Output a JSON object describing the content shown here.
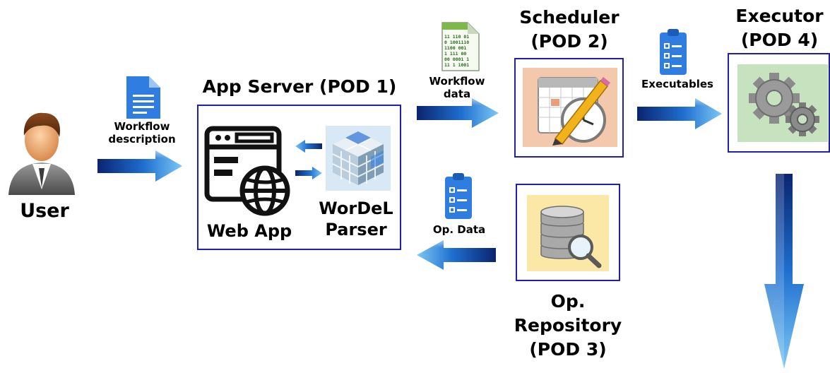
{
  "user": {
    "label": "User",
    "icon": "user-avatar-icon"
  },
  "workflow_description": {
    "label_line1": "Workflow",
    "label_line2": "description",
    "icon": "document-icon"
  },
  "app_server": {
    "title": "App Server (POD 1)",
    "web_app_label": "Web App",
    "parser_label_line1": "WorDeL",
    "parser_label_line2": "Parser",
    "icons": [
      "web-app-globe-icon",
      "cube-icon"
    ]
  },
  "workflow_data": {
    "label_line1": "Workflow",
    "label_line2": "data",
    "icon": "binary-data-file-icon",
    "binary_lines": [
      "11 110 01",
      "0 1001110",
      "1100 001",
      "1 111 00",
      "00 0001 1",
      "11 1 1001"
    ]
  },
  "scheduler": {
    "title_line1": "Scheduler",
    "title_line2": "(POD 2)",
    "icon": "calendar-clock-pencil-icon"
  },
  "executables": {
    "label": "Executables",
    "icon": "clipboard-checklist-icon"
  },
  "executor": {
    "title_line1": "Executor",
    "title_line2": "(POD 4)",
    "icon": "gears-icon"
  },
  "op_data": {
    "label": "Op. Data",
    "icon": "clipboard-checklist-icon"
  },
  "op_repository": {
    "title_line1": "Op.",
    "title_line2": "Repository",
    "title_line3": "(POD 3)",
    "icon": "database-search-icon"
  },
  "colors": {
    "box_border": "#1f1fb4",
    "arrow_dark": "#0a2a8c",
    "arrow_light": "#5ab8f0",
    "doc_blue": "#2f7de1"
  }
}
